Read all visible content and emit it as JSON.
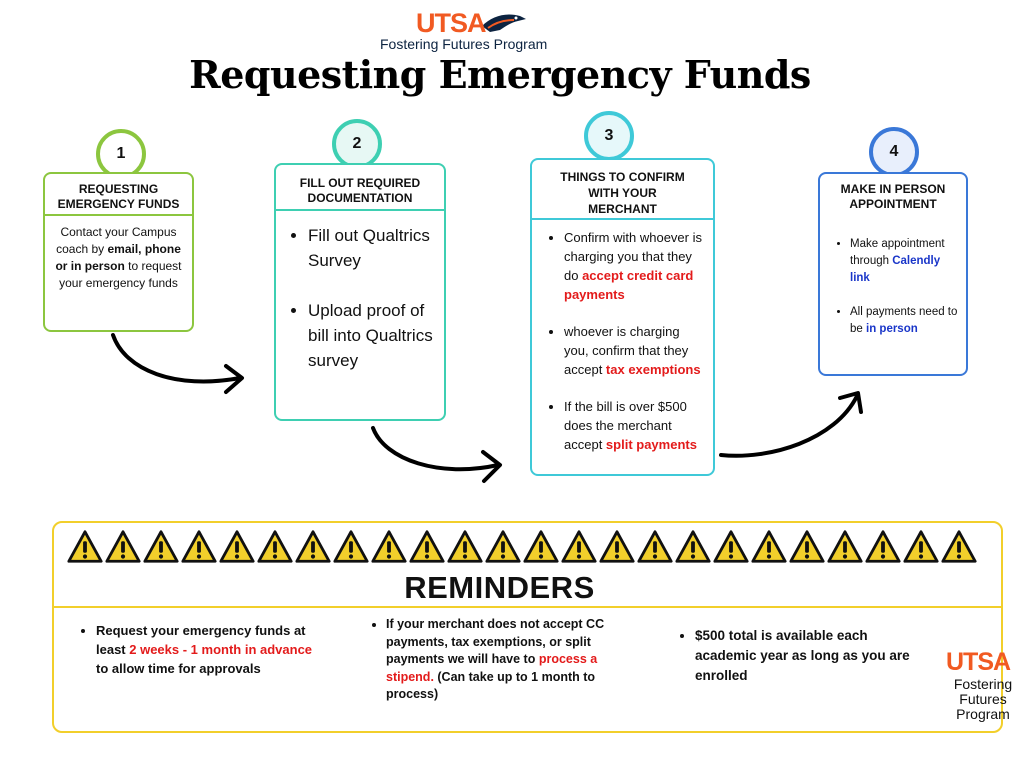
{
  "header": {
    "brand": "UTSA",
    "program": "Fostering Futures Program",
    "title": "Requesting Emergency Funds"
  },
  "steps": [
    {
      "number": "1",
      "heading_l1": "REQUESTING",
      "heading_l2": "EMERGENCY FUNDS",
      "body": {
        "t1": "Contact your Campus coach by ",
        "b1": "email,",
        "t2": " ",
        "b2": "phone or in person",
        "t3": " to request your emergency funds"
      }
    },
    {
      "number": "2",
      "heading_l1": "FILL OUT REQUIRED",
      "heading_l2": "DOCUMENTATION",
      "items": [
        "Fill out Qualtrics Survey",
        "Upload proof of bill into Qualtrics survey"
      ]
    },
    {
      "number": "3",
      "heading_l1": "THINGS TO CONFIRM",
      "heading_l2": "WITH YOUR",
      "heading_l3": "MERCHANT",
      "items": [
        {
          "text": "Confirm with whoever is charging you that they do ",
          "highlight": "accept credit card payments"
        },
        {
          "text": "whoever is charging you, confirm that they accept ",
          "highlight": "tax exemptions"
        },
        {
          "text": "If the bill is over $500 does the merchant accept ",
          "highlight": "split payments"
        }
      ]
    },
    {
      "number": "4",
      "heading_l1": "MAKE IN PERSON",
      "heading_l2": "APPOINTMENT",
      "items": [
        {
          "text": "Make appointment through ",
          "highlight": "Calendly link"
        },
        {
          "text": "All payments need to be ",
          "highlight": "in person"
        }
      ]
    }
  ],
  "reminders": {
    "title": "REMINDERS",
    "col1": {
      "t1": "Request your emergency funds at least ",
      "r1": "2 weeks - 1 month in advance",
      "t2": " to allow time for approvals"
    },
    "col2": {
      "t1": "If your merchant does not accept CC payments, tax exemptions, or split payments we will have to ",
      "r1": "process a stipend.",
      "t2": " (Can take up to 1 month to process)"
    },
    "col3": {
      "t1": "$500 total is available each academic year as long as you are enrolled"
    },
    "warning_count": 24
  },
  "footer_logo": {
    "brand": "UTSA",
    "l1": "Fostering",
    "l2": "Futures",
    "l3": "Program"
  },
  "colors": {
    "step1": "#8cc63f",
    "step2": "#3ecfb2",
    "step3": "#3fc9d8",
    "step4": "#3a78d8",
    "warning": "#f2cf2b",
    "red": "#e31b1b",
    "blue": "#1a36c9",
    "utsa_orange": "#f15a22"
  }
}
